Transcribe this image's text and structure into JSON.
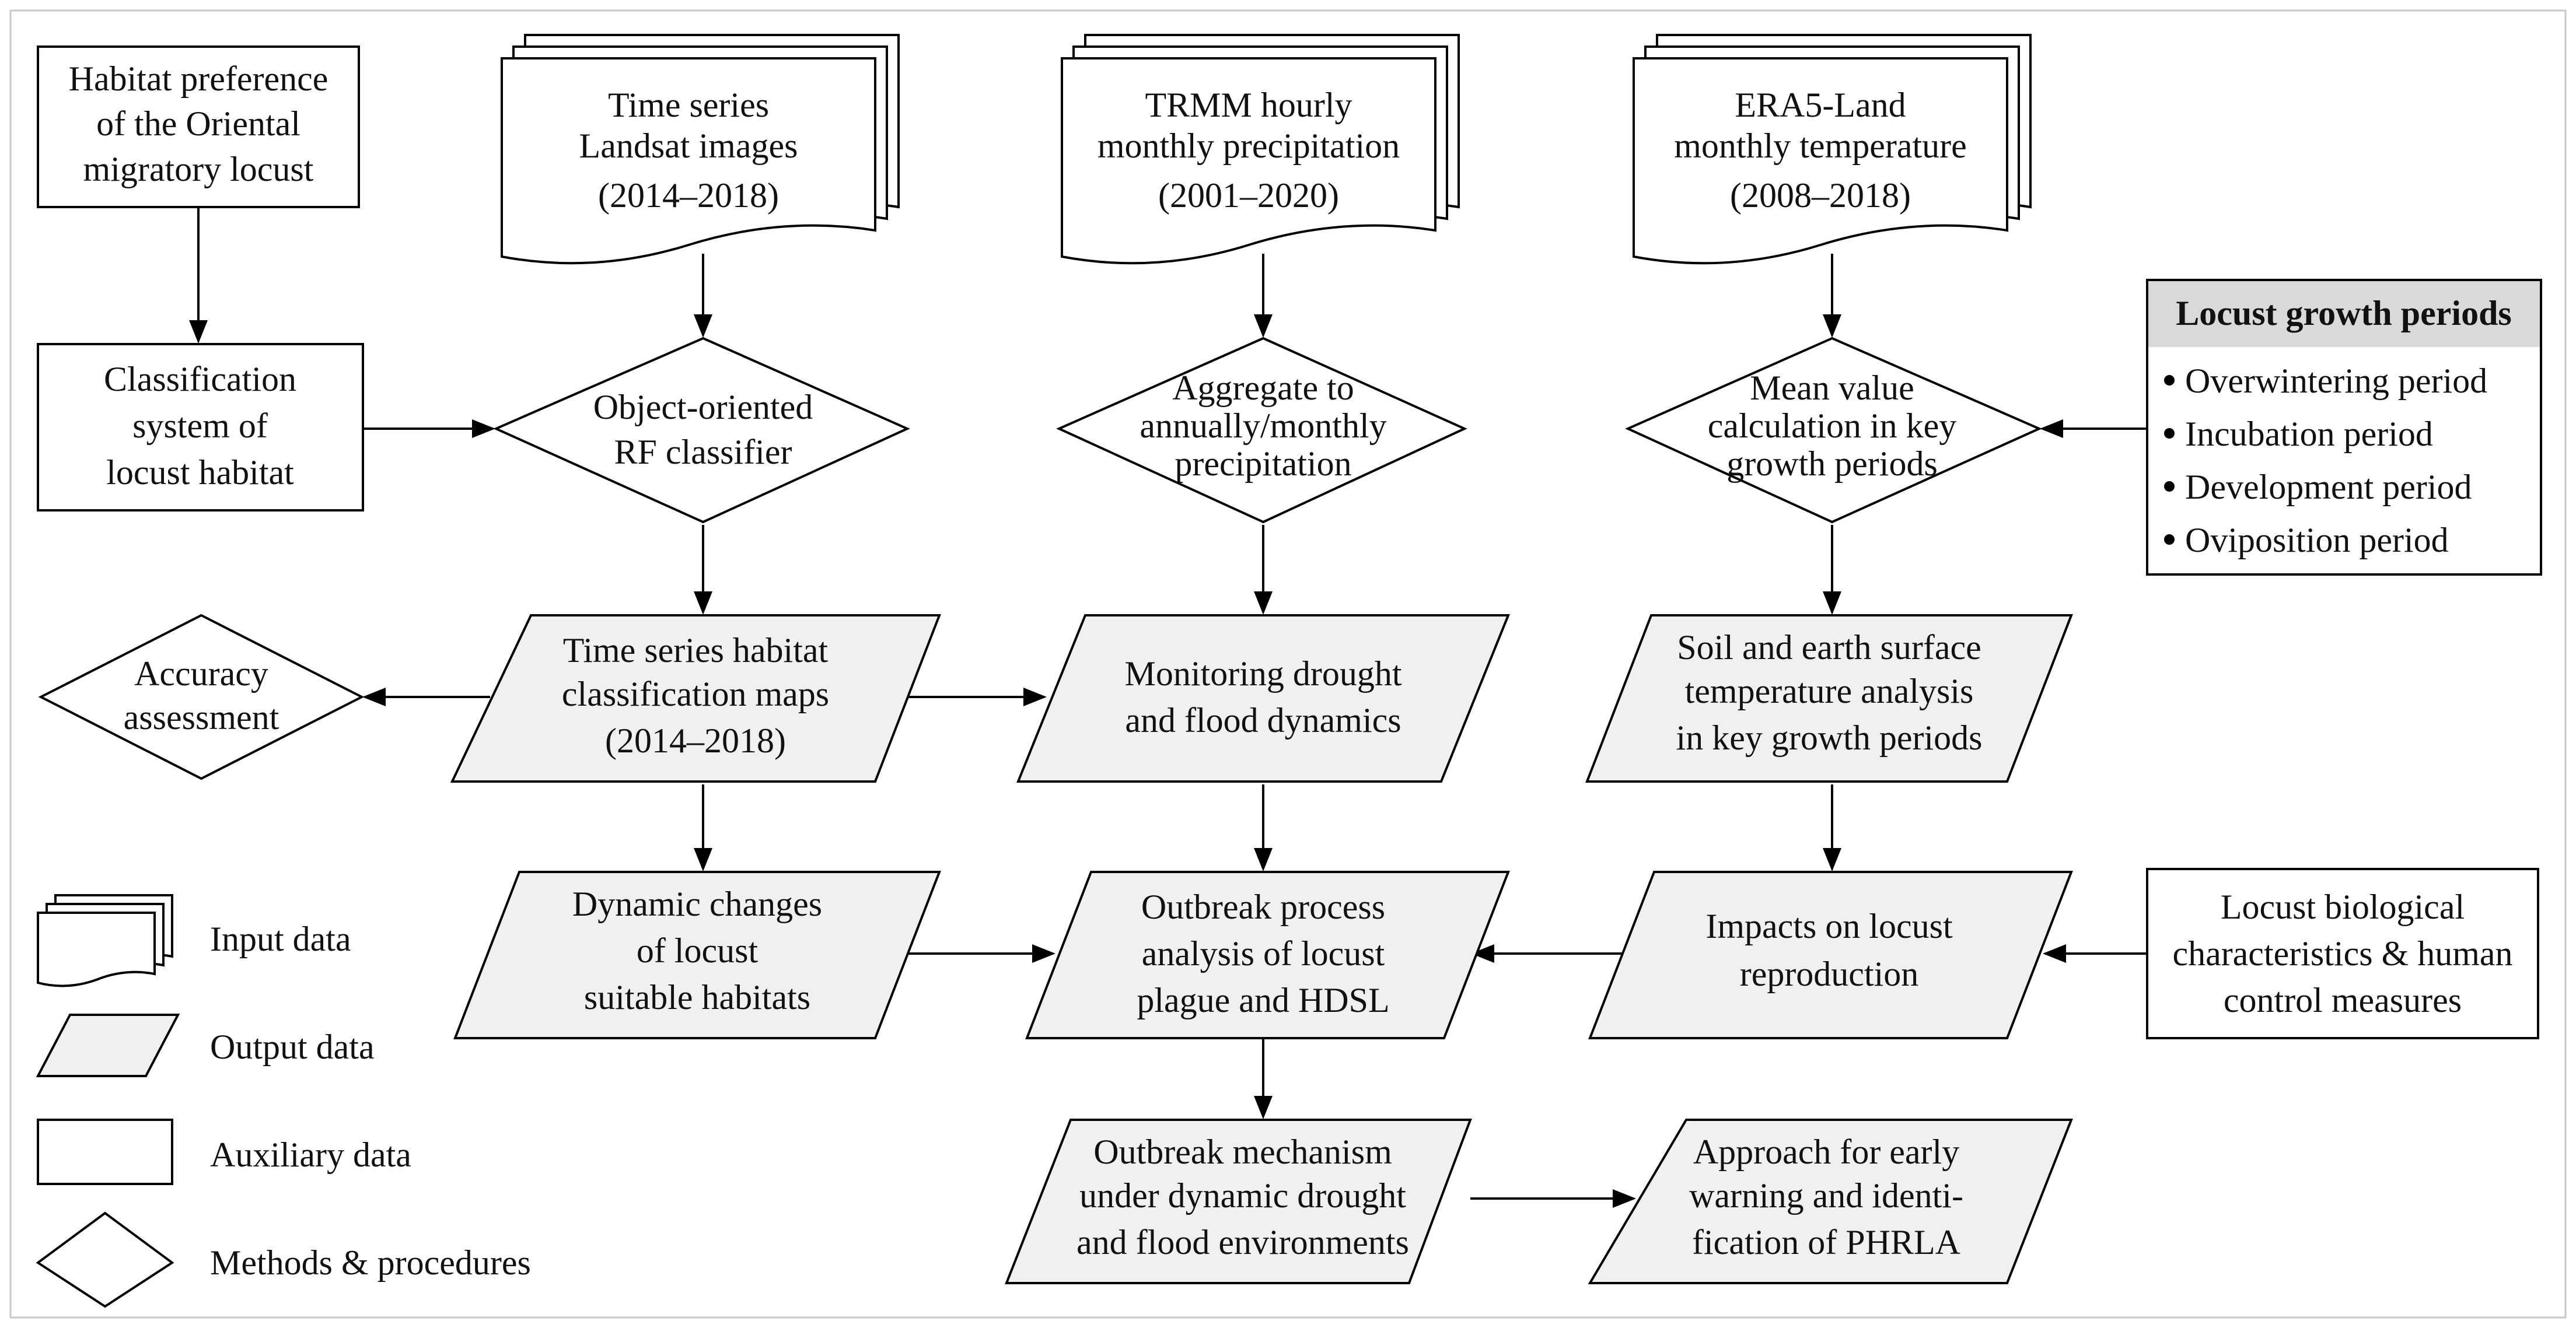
{
  "colors": {
    "output_fill": "#f0f0f0",
    "auxiliary_fill": "#ffffff",
    "method_fill": "#ffffff",
    "input_fill": "#ffffff",
    "panel_header_fill": "#d9d9d9",
    "stroke": "#000000"
  },
  "inputs": {
    "landsat": [
      "Time series",
      "Landsat images",
      "(2014–2018)"
    ],
    "trmm": [
      "TRMM hourly",
      "monthly precipitation",
      "(2001–2020)"
    ],
    "era5": [
      "ERA5-Land",
      "monthly temperature",
      "(2008–2018)"
    ]
  },
  "auxiliary": {
    "habitat_preference": [
      "Habitat preference",
      "of the Oriental",
      "migratory locust"
    ],
    "classification_system": [
      "Classification",
      "system of",
      "locust habitat"
    ],
    "biological": [
      "Locust biological",
      "characteristics & human",
      "control measures"
    ]
  },
  "growth_periods": {
    "title": "Locust growth periods",
    "items": [
      "Overwintering period",
      "Incubation period",
      "Development period",
      "Oviposition period"
    ]
  },
  "methods": {
    "rf_classifier": [
      "Object-oriented",
      "RF classifier"
    ],
    "aggregate": [
      "Aggregate to",
      "annually/monthly",
      "precipitation"
    ],
    "mean_value": [
      "Mean value",
      "calculation in key",
      "growth periods"
    ],
    "accuracy": [
      "Accuracy",
      "assessment"
    ]
  },
  "outputs": {
    "habitat_maps": [
      "Time series habitat",
      "classification maps",
      "(2014–2018)"
    ],
    "drought_flood": [
      "Monitoring drought",
      "and flood dynamics"
    ],
    "soil_temp": [
      "Soil and earth surface",
      "temperature analysis",
      "in key growth periods"
    ],
    "dynamic_changes": [
      "Dynamic changes",
      "of locust",
      "suitable habitats"
    ],
    "outbreak_process": [
      "Outbreak process",
      "analysis of locust",
      "plague and HDSL"
    ],
    "impacts": [
      "Impacts on locust",
      "reproduction"
    ],
    "mechanism": [
      "Outbreak mechanism",
      "under dynamic drought",
      "and flood environments"
    ],
    "approach": [
      "Approach for early",
      "warning and identi-",
      "fication of PHRLA"
    ]
  },
  "legend": {
    "input": "Input data",
    "output": "Output data",
    "auxiliary": "Auxiliary data",
    "methods": "Methods & procedures"
  }
}
